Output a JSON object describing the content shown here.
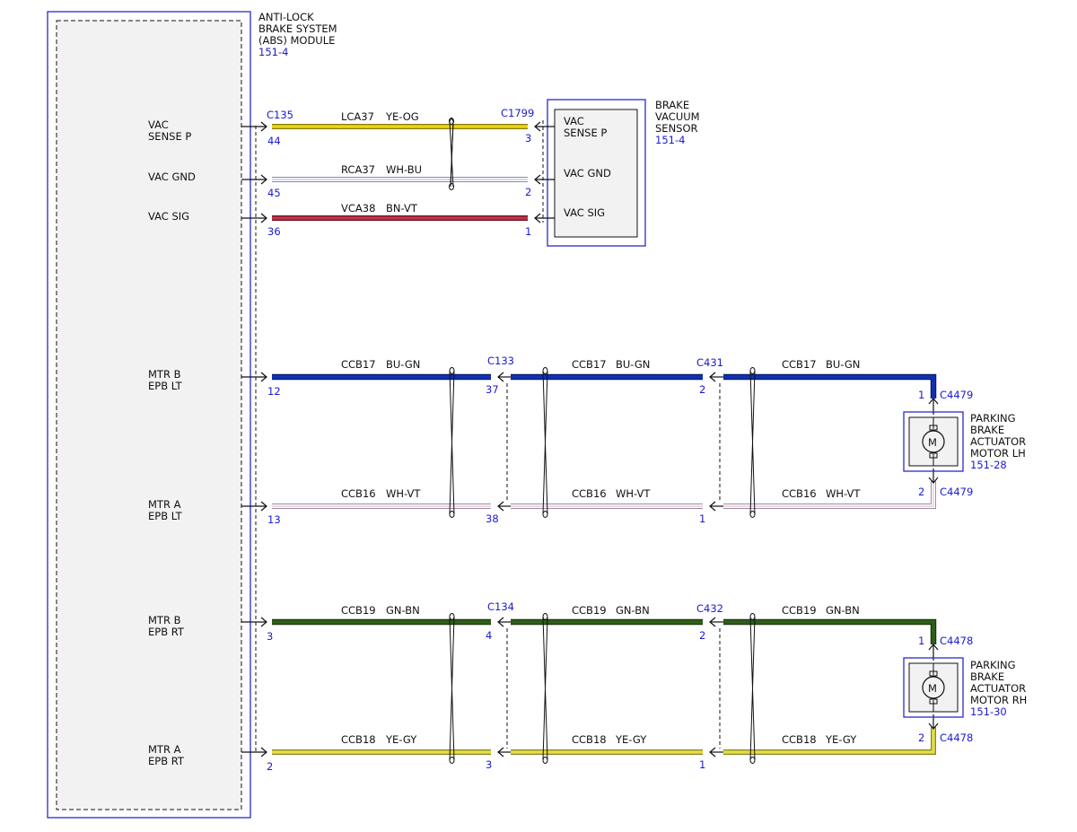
{
  "colors": {
    "outline_blue": "#2a2ad0",
    "text_blue": "#1a1ad6",
    "module_fill": "#f2f2f2",
    "wire_ye_og": "#e8d61a",
    "wire_wh_bu": "#c9c9ee",
    "wire_bn_vt": "#c0334d",
    "wire_bu_gn": "#1030b0",
    "wire_wh_vt": "#e8c9e3",
    "wire_gn_bn": "#2e5e1a",
    "wire_ye_gy": "#e2dd4a"
  },
  "abs_module": {
    "title_lines": [
      "ANTI-LOCK",
      "BRAKE SYSTEM",
      "(ABS) MODULE"
    ],
    "ref": "151-4",
    "pins": [
      {
        "lines": [
          "VAC",
          "SENSE P"
        ]
      },
      {
        "lines": [
          "VAC GND"
        ]
      },
      {
        "lines": [
          "VAC SIG"
        ]
      },
      {
        "lines": [
          "MTR B",
          "EPB LT"
        ]
      },
      {
        "lines": [
          "MTR A",
          "EPB LT"
        ]
      },
      {
        "lines": [
          "MTR B",
          "EPB RT"
        ]
      },
      {
        "lines": [
          "MTR A",
          "EPB RT"
        ]
      }
    ],
    "connector": "C135"
  },
  "vacuum_sensor": {
    "title_lines": [
      "BRAKE",
      "VACUUM",
      "SENSOR"
    ],
    "ref": "151-4",
    "connector": "C1799",
    "pins": [
      {
        "lines": [
          "VAC",
          "SENSE P"
        ]
      },
      {
        "lines": [
          "VAC GND"
        ]
      },
      {
        "lines": [
          "VAC SIG"
        ]
      }
    ]
  },
  "vac_wires": [
    {
      "circuit": "LCA37",
      "color_code": "YE-OG",
      "abs_pin": "44",
      "sensor_pin": "3"
    },
    {
      "circuit": "RCA37",
      "color_code": "WH-BU",
      "abs_pin": "45",
      "sensor_pin": "2"
    },
    {
      "circuit": "VCA38",
      "color_code": "BN-VT",
      "abs_pin": "36",
      "sensor_pin": "1"
    }
  ],
  "motor_lh": {
    "title_lines": [
      "PARKING",
      "BRAKE",
      "ACTUATOR",
      "MOTOR LH"
    ],
    "ref": "151-28",
    "connector": "C4479",
    "pin_top": "1",
    "pin_bottom": "2",
    "symbol": "M",
    "mid_connector_1": "C133",
    "mid_connector_2": "C431",
    "wires": [
      {
        "circuit": "CCB17",
        "color_code": "BU-GN",
        "abs_pin": "12",
        "c1_pin": "37",
        "c2_pin": "2"
      },
      {
        "circuit": "CCB16",
        "color_code": "WH-VT",
        "abs_pin": "13",
        "c1_pin": "38",
        "c2_pin": "1"
      }
    ]
  },
  "motor_rh": {
    "title_lines": [
      "PARKING",
      "BRAKE",
      "ACTUATOR",
      "MOTOR RH"
    ],
    "ref": "151-30",
    "connector": "C4478",
    "pin_top": "1",
    "pin_bottom": "2",
    "symbol": "M",
    "mid_connector_1": "C134",
    "mid_connector_2": "C432",
    "wires": [
      {
        "circuit": "CCB19",
        "color_code": "GN-BN",
        "abs_pin": "3",
        "c1_pin": "4",
        "c2_pin": "2"
      },
      {
        "circuit": "CCB18",
        "color_code": "YE-GY",
        "abs_pin": "2",
        "c1_pin": "3",
        "c2_pin": "1"
      }
    ]
  }
}
